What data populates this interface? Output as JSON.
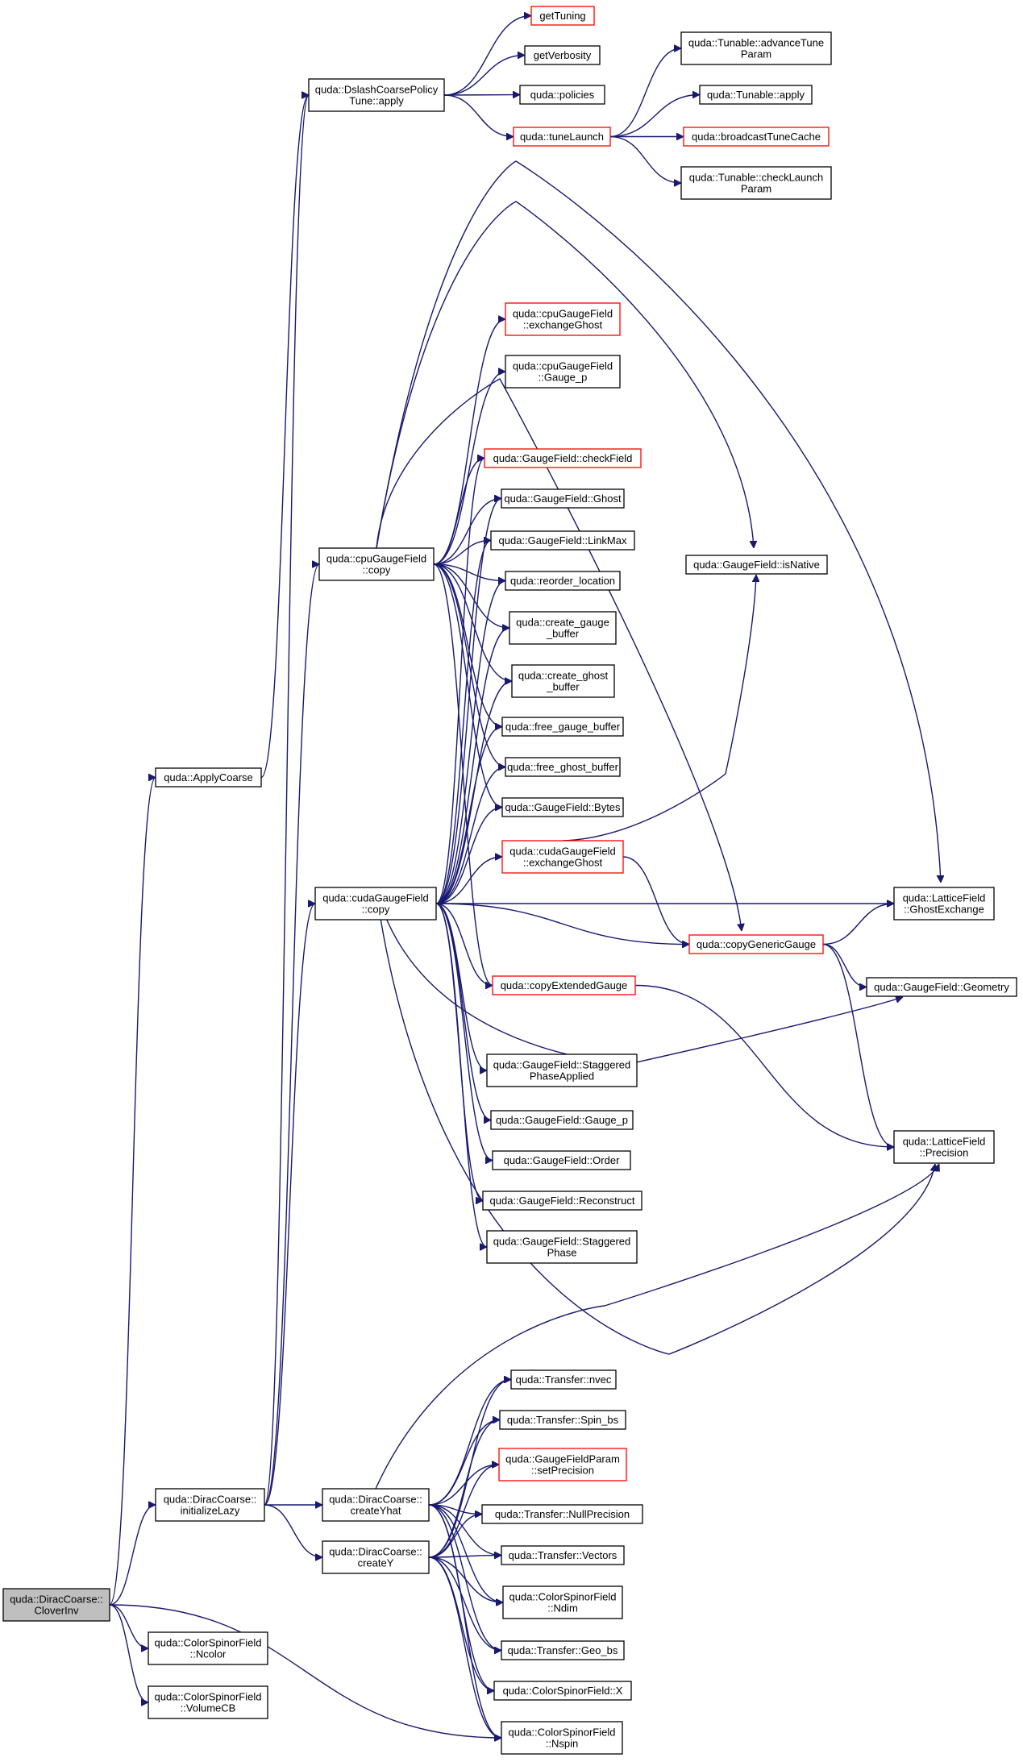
{
  "nodes": [
    {
      "id": "root",
      "lines": [
        "quda::DiracCoarse::",
        "CloverInv"
      ],
      "style": "root"
    },
    {
      "id": "applycoarse",
      "lines": [
        "quda::ApplyCoarse"
      ],
      "style": "normal"
    },
    {
      "id": "dslashtune",
      "lines": [
        "quda::DslashCoarsePolicy",
        "Tune::apply"
      ],
      "style": "normal"
    },
    {
      "id": "gettuning",
      "lines": [
        "getTuning"
      ],
      "style": "red"
    },
    {
      "id": "getverbosity",
      "lines": [
        "getVerbosity"
      ],
      "style": "normal"
    },
    {
      "id": "policies",
      "lines": [
        "quda::policies"
      ],
      "style": "normal"
    },
    {
      "id": "tunelaunch",
      "lines": [
        "quda::tuneLaunch"
      ],
      "style": "red"
    },
    {
      "id": "advtune",
      "lines": [
        "quda::Tunable::advanceTune",
        "Param"
      ],
      "style": "normal"
    },
    {
      "id": "tunapply",
      "lines": [
        "quda::Tunable::apply"
      ],
      "style": "normal"
    },
    {
      "id": "bcast",
      "lines": [
        "quda::broadcastTuneCache"
      ],
      "style": "red"
    },
    {
      "id": "checklaunch",
      "lines": [
        "quda::Tunable::checkLaunch",
        "Param"
      ],
      "style": "normal"
    },
    {
      "id": "cpuexg",
      "lines": [
        "quda::cpuGaugeField",
        "::exchangeGhost"
      ],
      "style": "red"
    },
    {
      "id": "cpugaugep",
      "lines": [
        "quda::cpuGaugeField",
        "::Gauge_p"
      ],
      "style": "normal"
    },
    {
      "id": "checkfield",
      "lines": [
        "quda::GaugeField::checkField"
      ],
      "style": "red"
    },
    {
      "id": "ghost",
      "lines": [
        "quda::GaugeField::Ghost"
      ],
      "style": "normal"
    },
    {
      "id": "linkmax",
      "lines": [
        "quda::GaugeField::LinkMax"
      ],
      "style": "normal"
    },
    {
      "id": "reorder",
      "lines": [
        "quda::reorder_location"
      ],
      "style": "normal"
    },
    {
      "id": "creategauge",
      "lines": [
        "quda::create_gauge",
        "_buffer"
      ],
      "style": "normal"
    },
    {
      "id": "createghost",
      "lines": [
        "quda::create_ghost",
        "_buffer"
      ],
      "style": "normal"
    },
    {
      "id": "freegauge",
      "lines": [
        "quda::free_gauge_buffer"
      ],
      "style": "normal"
    },
    {
      "id": "freeghost",
      "lines": [
        "quda::free_ghost_buffer"
      ],
      "style": "normal"
    },
    {
      "id": "bytes",
      "lines": [
        "quda::GaugeField::Bytes"
      ],
      "style": "normal"
    },
    {
      "id": "cudaexg",
      "lines": [
        "quda::cudaGaugeField",
        "::exchangeGhost"
      ],
      "style": "red"
    },
    {
      "id": "cpucopy",
      "lines": [
        "quda::cpuGaugeField",
        "::copy"
      ],
      "style": "normal"
    },
    {
      "id": "cudacopy",
      "lines": [
        "quda::cudaGaugeField",
        "::copy"
      ],
      "style": "normal"
    },
    {
      "id": "isnative",
      "lines": [
        "quda::GaugeField::isNative"
      ],
      "style": "normal"
    },
    {
      "id": "ghostexch",
      "lines": [
        "quda::LatticeField",
        "::GhostExchange"
      ],
      "style": "normal"
    },
    {
      "id": "copygeneric",
      "lines": [
        "quda::copyGenericGauge"
      ],
      "style": "red"
    },
    {
      "id": "geometry",
      "lines": [
        "quda::GaugeField::Geometry"
      ],
      "style": "normal"
    },
    {
      "id": "copyext",
      "lines": [
        "quda::copyExtendedGauge"
      ],
      "style": "red"
    },
    {
      "id": "staggapplied",
      "lines": [
        "quda::GaugeField::Staggered",
        "PhaseApplied"
      ],
      "style": "normal"
    },
    {
      "id": "gfgaugep",
      "lines": [
        "quda::GaugeField::Gauge_p"
      ],
      "style": "normal"
    },
    {
      "id": "order",
      "lines": [
        "quda::GaugeField::Order"
      ],
      "style": "normal"
    },
    {
      "id": "reconstruct",
      "lines": [
        "quda::GaugeField::Reconstruct"
      ],
      "style": "normal"
    },
    {
      "id": "staggphase",
      "lines": [
        "quda::GaugeField::Staggered",
        "Phase"
      ],
      "style": "normal"
    },
    {
      "id": "precision",
      "lines": [
        "quda::LatticeField",
        "::Precision"
      ],
      "style": "normal"
    },
    {
      "id": "initlazy",
      "lines": [
        "quda::DiracCoarse::",
        "initializeLazy"
      ],
      "style": "normal"
    },
    {
      "id": "createyhat",
      "lines": [
        "quda::DiracCoarse::",
        "createYhat"
      ],
      "style": "normal"
    },
    {
      "id": "createy",
      "lines": [
        "quda::DiracCoarse::",
        "createY"
      ],
      "style": "normal"
    },
    {
      "id": "nvec",
      "lines": [
        "quda::Transfer::nvec"
      ],
      "style": "normal"
    },
    {
      "id": "spinbs",
      "lines": [
        "quda::Transfer::Spin_bs"
      ],
      "style": "normal"
    },
    {
      "id": "setprec",
      "lines": [
        "quda::GaugeFieldParam",
        "::setPrecision"
      ],
      "style": "red"
    },
    {
      "id": "nullprec",
      "lines": [
        "quda::Transfer::NullPrecision"
      ],
      "style": "normal"
    },
    {
      "id": "vectors",
      "lines": [
        "quda::Transfer::Vectors"
      ],
      "style": "normal"
    },
    {
      "id": "ndim",
      "lines": [
        "quda::ColorSpinorField",
        "::Ndim"
      ],
      "style": "normal"
    },
    {
      "id": "geobs",
      "lines": [
        "quda::Transfer::Geo_bs"
      ],
      "style": "normal"
    },
    {
      "id": "csfx",
      "lines": [
        "quda::ColorSpinorField::X"
      ],
      "style": "normal"
    },
    {
      "id": "nspin",
      "lines": [
        "quda::ColorSpinorField",
        "::Nspin"
      ],
      "style": "normal"
    },
    {
      "id": "ncolor",
      "lines": [
        "quda::ColorSpinorField",
        "::Ncolor"
      ],
      "style": "normal"
    },
    {
      "id": "volumecb",
      "lines": [
        "quda::ColorSpinorField",
        "::VolumeCB"
      ],
      "style": "normal"
    }
  ],
  "edges": [
    [
      "root",
      "applycoarse"
    ],
    [
      "root",
      "initlazy"
    ],
    [
      "root",
      "ncolor"
    ],
    [
      "root",
      "volumecb"
    ],
    [
      "root",
      "nspin"
    ],
    [
      "applycoarse",
      "dslashtune"
    ],
    [
      "dslashtune",
      "gettuning"
    ],
    [
      "dslashtune",
      "getverbosity"
    ],
    [
      "dslashtune",
      "policies"
    ],
    [
      "dslashtune",
      "tunelaunch"
    ],
    [
      "tunelaunch",
      "advtune"
    ],
    [
      "tunelaunch",
      "tunapply"
    ],
    [
      "tunelaunch",
      "bcast"
    ],
    [
      "tunelaunch",
      "checklaunch"
    ],
    [
      "initlazy",
      "dslashtune"
    ],
    [
      "initlazy",
      "cpucopy"
    ],
    [
      "initlazy",
      "cudacopy"
    ],
    [
      "initlazy",
      "createyhat"
    ],
    [
      "initlazy",
      "createy"
    ],
    [
      "cpucopy",
      "cpuexg"
    ],
    [
      "cpucopy",
      "cpugaugep"
    ],
    [
      "cpucopy",
      "checkfield"
    ],
    [
      "cpucopy",
      "ghost"
    ],
    [
      "cpucopy",
      "linkmax"
    ],
    [
      "cpucopy",
      "reorder"
    ],
    [
      "cpucopy",
      "creategauge"
    ],
    [
      "cpucopy",
      "createghost"
    ],
    [
      "cpucopy",
      "freegauge"
    ],
    [
      "cpucopy",
      "freeghost"
    ],
    [
      "cpucopy",
      "bytes"
    ],
    [
      "cpucopy",
      "isnative"
    ],
    [
      "cpucopy",
      "ghostexch"
    ],
    [
      "cpucopy",
      "copygeneric"
    ],
    [
      "cpucopy",
      "copyext"
    ],
    [
      "cudacopy",
      "checkfield"
    ],
    [
      "cudacopy",
      "ghost"
    ],
    [
      "cudacopy",
      "linkmax"
    ],
    [
      "cudacopy",
      "reorder"
    ],
    [
      "cudacopy",
      "creategauge"
    ],
    [
      "cudacopy",
      "createghost"
    ],
    [
      "cudacopy",
      "freegauge"
    ],
    [
      "cudacopy",
      "freeghost"
    ],
    [
      "cudacopy",
      "bytes"
    ],
    [
      "cudacopy",
      "cudaexg"
    ],
    [
      "cudacopy",
      "ghostexch"
    ],
    [
      "cudacopy",
      "copygeneric"
    ],
    [
      "cudacopy",
      "copyext"
    ],
    [
      "cudacopy",
      "geometry"
    ],
    [
      "cudacopy",
      "staggapplied"
    ],
    [
      "cudacopy",
      "gfgaugep"
    ],
    [
      "cudacopy",
      "order"
    ],
    [
      "cudacopy",
      "reconstruct"
    ],
    [
      "cudacopy",
      "staggphase"
    ],
    [
      "cudacopy",
      "precision"
    ],
    [
      "cudaexg",
      "isnative"
    ],
    [
      "cudaexg",
      "copygeneric"
    ],
    [
      "copygeneric",
      "ghostexch"
    ],
    [
      "copygeneric",
      "geometry"
    ],
    [
      "copygeneric",
      "precision"
    ],
    [
      "copyext",
      "precision"
    ],
    [
      "createyhat",
      "nvec"
    ],
    [
      "createyhat",
      "spinbs"
    ],
    [
      "createyhat",
      "setprec"
    ],
    [
      "createyhat",
      "nullprec"
    ],
    [
      "createyhat",
      "vectors"
    ],
    [
      "createyhat",
      "ndim"
    ],
    [
      "createyhat",
      "geobs"
    ],
    [
      "createyhat",
      "csfx"
    ],
    [
      "createyhat",
      "nspin"
    ],
    [
      "createyhat",
      "precision"
    ],
    [
      "createy",
      "nvec"
    ],
    [
      "createy",
      "spinbs"
    ],
    [
      "createy",
      "setprec"
    ],
    [
      "createy",
      "nullprec"
    ],
    [
      "createy",
      "vectors"
    ],
    [
      "createy",
      "ndim"
    ],
    [
      "createy",
      "geobs"
    ],
    [
      "createy",
      "csfx"
    ],
    [
      "createy",
      "nspin"
    ]
  ],
  "colors": {
    "edge": "#191970",
    "red_border": "#ff0000",
    "root_fill": "#bfbfbf",
    "border": "#000000"
  }
}
